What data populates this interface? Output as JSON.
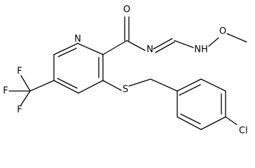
{
  "diagram": {
    "type": "chemical-structure",
    "atoms": {
      "ring_n": "N",
      "carbonyl_o": "O",
      "imine_n": "N",
      "nh": "NH",
      "methoxy_o": "O",
      "thioether_s": "S",
      "chlorine": "Cl",
      "f_top": "F",
      "f_left": "F",
      "f_bottom": "F"
    },
    "colors": {
      "bonds": "#000000",
      "labels": "#000000",
      "background": "#ffffff"
    }
  }
}
